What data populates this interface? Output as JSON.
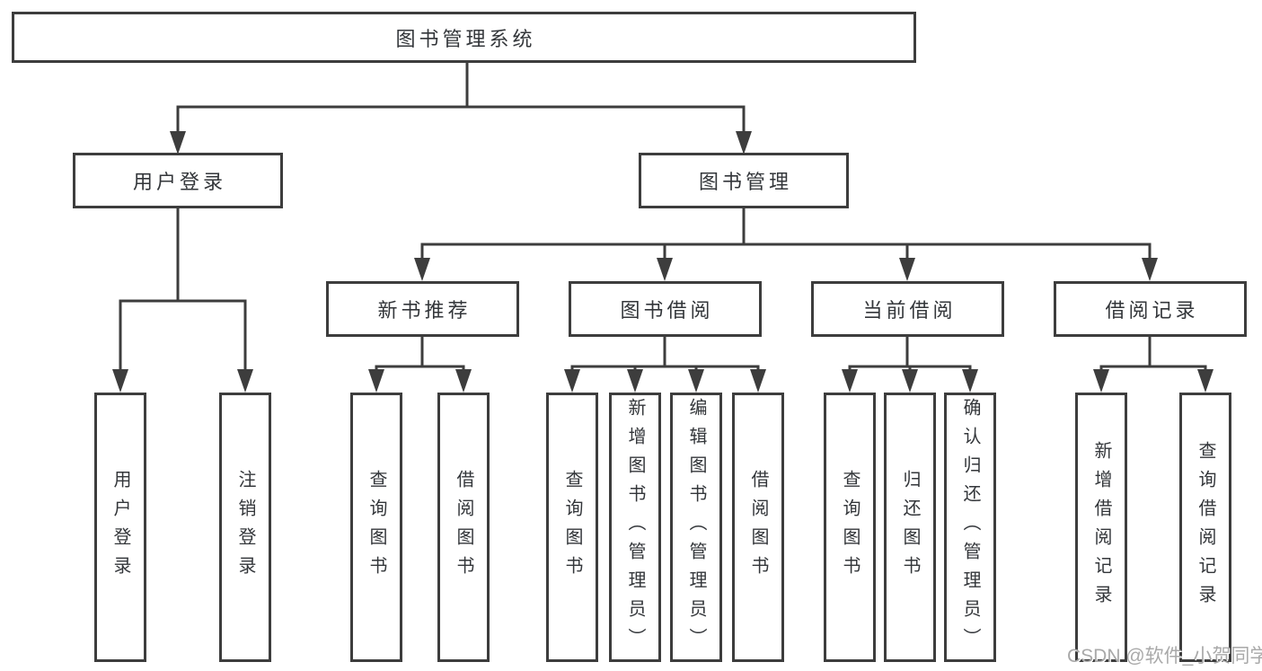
{
  "tree": {
    "label": "图书管理系统",
    "children": [
      {
        "label": "用户登录",
        "children": [
          {
            "label": "用户登录"
          },
          {
            "label": "注销登录"
          }
        ]
      },
      {
        "label": "图书管理",
        "children": [
          {
            "label": "新书推荐",
            "children": [
              {
                "label": "查询图书"
              },
              {
                "label": "借阅图书"
              }
            ]
          },
          {
            "label": "图书借阅",
            "children": [
              {
                "label": "查询图书"
              },
              {
                "label": "新增图书（管理员）"
              },
              {
                "label": "编辑图书（管理员）"
              },
              {
                "label": "借阅图书"
              }
            ]
          },
          {
            "label": "当前借阅",
            "children": [
              {
                "label": "查询图书"
              },
              {
                "label": "归还图书"
              },
              {
                "label": "确认归还（管理员）"
              }
            ]
          },
          {
            "label": "借阅记录",
            "children": [
              {
                "label": "新增借阅记录"
              },
              {
                "label": "查询借阅记录"
              }
            ]
          }
        ]
      }
    ]
  },
  "watermark": {
    "text": "CSDN @软件_小贺同学"
  },
  "colors": {
    "line": "#3d3d3d",
    "text": "#33363a",
    "watermark": "#a9a9a9",
    "background": "#ffffff"
  }
}
